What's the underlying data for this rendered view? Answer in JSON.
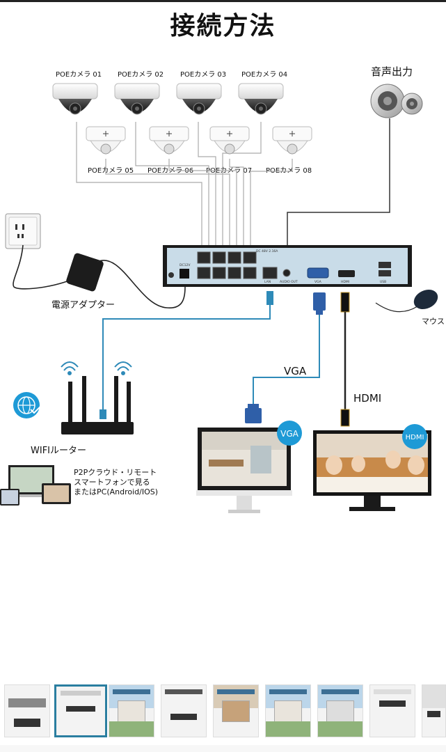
{
  "title": "接続方法",
  "cameras_top": [
    "POEカメラ 01",
    "POEカメラ 02",
    "POEカメラ 03",
    "POEカメラ 04"
  ],
  "cameras_bottom": [
    "POEカメラ 05",
    "POEカメラ 06",
    "POEカメラ 07",
    "POEカメラ 08"
  ],
  "speaker_label": "音声出力",
  "power_label": "電源アダプター",
  "mouse_label": "マウス",
  "vga_label": "VGA",
  "hdmi_label": "HDMI",
  "vga_badge": "VGA",
  "hdmi_badge": "HDMI",
  "router_label": "WIFIルーター",
  "p2p_text": [
    "P2Pクラウド・リモート",
    "スマートフォンで見る",
    "またはPC(Android/IOS)"
  ],
  "nvr_ports": {
    "dc": "DC12V",
    "lan": "LAN",
    "audio": "AUDIO OUT",
    "vga": "VGA",
    "hdmi": "HDMI",
    "usb": "USB",
    "spec": "DC 48V 2.16A"
  },
  "colors": {
    "cable_gray": "#aaaaaa",
    "cable_blue": "#2e8ab8",
    "badge_blue": "#1e9ad6",
    "nvr_body": "#1b1b1b",
    "nvr_panel": "#c9dce8"
  },
  "thumbnails_count": 9,
  "thumbnail_active_index": 1
}
